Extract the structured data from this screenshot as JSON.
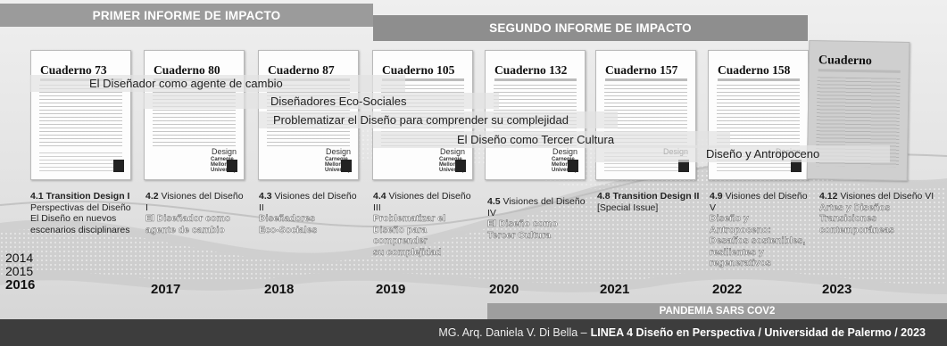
{
  "bands": {
    "primer": "PRIMER INFORME DE IMPACTO",
    "segundo": "SEGUNDO INFORME DE IMPACTO"
  },
  "covers": [
    {
      "name": "Cuaderno 73"
    },
    {
      "name": "Cuaderno 80"
    },
    {
      "name": "Cuaderno 87"
    },
    {
      "name": "Cuaderno 105"
    },
    {
      "name": "Cuaderno 132"
    },
    {
      "name": "Cuaderno 157"
    },
    {
      "name": "Cuaderno 158"
    },
    {
      "name": "Cuaderno"
    }
  ],
  "cover_labels": {
    "design": "Design",
    "cmu": "Carnegie\nMellon\nUniversity"
  },
  "themes": [
    "El Diseñador como agente de cambio",
    "Diseñadores Eco-Sociales",
    "Problematizar el Diseño para comprender su complejidad",
    "El Diseño como Tercer Cultura",
    "Diseño y Antropoceno"
  ],
  "items": [
    {
      "num": "4.1",
      "title": "Transition Design I",
      "lines": [
        "Perspectivas del Diseño",
        "El Diseño en nuevos",
        "escenarios disciplinares"
      ],
      "sub": []
    },
    {
      "num": "4.2",
      "title": "Visiones del Diseño I",
      "lines": [],
      "sub": [
        "El Diseñador como",
        "agente de cambio"
      ]
    },
    {
      "num": "4.3",
      "title": "Visiones del Diseño II",
      "lines": [],
      "sub": [
        "Diseñadores",
        "Eco-Sociales"
      ]
    },
    {
      "num": "4.4",
      "title": "Visiones del Diseño III",
      "lines": [],
      "sub": [
        "Problematizar el",
        "Diseño para",
        "comprender",
        "su complejidad"
      ]
    },
    {
      "num": "4.5",
      "title": "Visiones del Diseño IV",
      "lines": [],
      "sub": [
        "El Diseño como",
        "Tercer Cultura"
      ]
    },
    {
      "num": "4.8",
      "title": "Transition Design II",
      "lines": [
        "[Special Issue]"
      ],
      "sub": []
    },
    {
      "num": "4.9",
      "title": "Visiones del Diseño V",
      "lines": [],
      "sub": [
        "Diseño y Antropoceno:",
        "Desafíos sostenibles,",
        "resilientes y",
        "regenerativos"
      ]
    },
    {
      "num": "4.12",
      "title": "Visiones del Diseño VI",
      "lines": [],
      "sub": [
        "Artes y Diseños",
        "Transiciones",
        "contemporáneas"
      ]
    }
  ],
  "years_stack": [
    "2014",
    "2015",
    "2016"
  ],
  "years": [
    "2017",
    "2018",
    "2019",
    "2020",
    "2021",
    "2022",
    "2023"
  ],
  "pandemia": "PANDEMIA SARS COV2",
  "footer": {
    "author": "MG. Arq. Daniela V. Di Bella –",
    "rest": "LINEA 4 Diseño en Perspectiva / Universidad de Palermo / 2023"
  }
}
